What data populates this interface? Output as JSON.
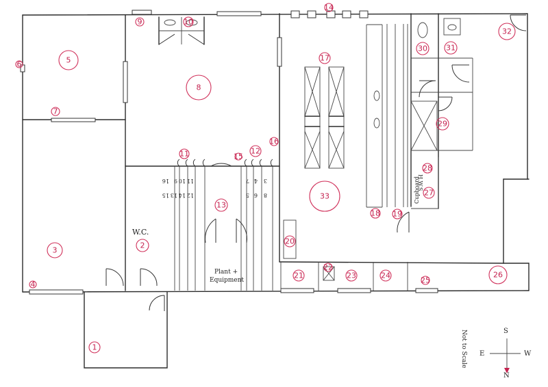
{
  "callouts": [
    "1",
    "2",
    "3",
    "4",
    "5",
    "6",
    "7",
    "8",
    "9",
    "10",
    "11",
    "12",
    "13",
    "14",
    "15",
    "16",
    "17",
    "18",
    "19",
    "20",
    "21",
    "22",
    "23",
    "24",
    "25",
    "26",
    "27",
    "28",
    "29",
    "30",
    "31",
    "32",
    "33"
  ],
  "labels": {
    "wc": "W.C.",
    "plant_line1": "Plant +",
    "plant_line2": "Equipment",
    "cupboard": "Cupboard",
    "hws": "H.W.S",
    "not_to_scale": "Not to Scale",
    "compass_s": "S",
    "compass_n": "N",
    "compass_e": "E",
    "compass_w": "W"
  },
  "locker_numbers_left": [
    "16",
    "15",
    "9",
    "13",
    "10",
    "14",
    "11",
    "12"
  ],
  "locker_numbers_right": [
    "7",
    "5",
    "4",
    "6",
    "3",
    "8"
  ],
  "colors": {
    "ink": "#2b2b2b",
    "callout": "#c4224f"
  }
}
